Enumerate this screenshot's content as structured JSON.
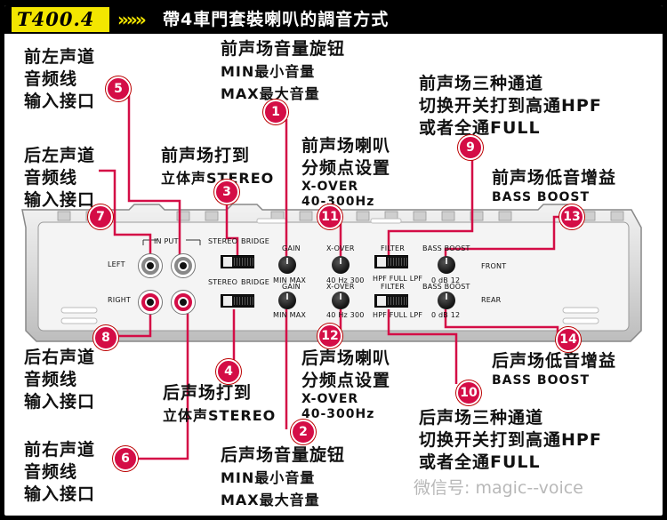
{
  "header": {
    "model": "T400.4",
    "chevrons": "»»»",
    "title": "帶4車門套裝喇叭的調音方式"
  },
  "labels": {
    "l1": [
      "前声场音量旋钮",
      "MIN最小音量",
      "MAX最大音量"
    ],
    "l2": [
      "后声场音量旋钮",
      "MIN最小音量",
      "MAX最大音量"
    ],
    "l3": [
      "前声场打到",
      "立体声STEREO"
    ],
    "l4": [
      "后声场打到",
      "立体声STEREO"
    ],
    "l5": [
      "前左声道",
      "音频线",
      "输入接口"
    ],
    "l6": [
      "前右声道",
      "音频线",
      "输入接口"
    ],
    "l7": [
      "后左声道",
      "音频线",
      "输入接口"
    ],
    "l8": [
      "后右声道",
      "音频线",
      "输入接口"
    ],
    "l9": [
      "前声场三种通道",
      "切换开关打到高通HPF",
      "或者全通FULL"
    ],
    "l10": [
      "后声场三种通道",
      "切换开关打到高通HPF",
      "或者全通FULL"
    ],
    "l11": [
      "前声场喇叭",
      "分频点设置",
      "X-OVER",
      "40-300Hz"
    ],
    "l12": [
      "后声场喇叭",
      "分频点设置",
      "X-OVER",
      "40-300Hz"
    ],
    "l13": [
      "前声场低音增益",
      "BASS BOOST"
    ],
    "l14": [
      "后声场低音增益",
      "BASS BOOST"
    ]
  },
  "callouts": [
    "1",
    "2",
    "3",
    "4",
    "5",
    "6",
    "7",
    "8",
    "9",
    "10",
    "11",
    "12",
    "13",
    "14"
  ],
  "panel": {
    "input": "IN PUT",
    "left": "LEFT",
    "right": "RIGHT",
    "stereo": "STEREO",
    "bridge": "BRIDGE",
    "gain": "GAIN",
    "min_max": "MIN     MAX",
    "xover": "X-OVER",
    "hz_scale": "40  Hz  300",
    "filter": "FILTER",
    "filter_modes": "HPF FULL LPF",
    "bass_boost": "BASS BOOST",
    "db_scale": "0  dB  12",
    "front": "FRONT",
    "rear": "REAR"
  },
  "colors": {
    "accent": "#d40d46",
    "header_bg": "#000000",
    "badge": "#f3e600",
    "wire": "#d40d46"
  },
  "watermark": "微信号: magic--voice"
}
